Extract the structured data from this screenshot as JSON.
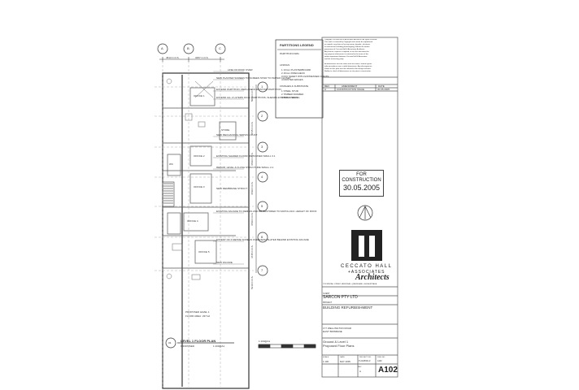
{
  "grid_top": [
    "A",
    "B",
    "C"
  ],
  "grid_dims": [
    "4513 C.O.S.",
    "3257 C.O.S."
  ],
  "grid_right": [
    "1",
    "2",
    "3",
    "4",
    "5",
    "6",
    "7"
  ],
  "right_dims": [
    "5004 C.O.S.",
    "4745 C.O.S.",
    "4799 C.O.S.",
    "4799 C.O.S.",
    "4799 C.O.S.",
    "4745 C.O.S.",
    "5310 C.O.S."
  ],
  "plan": {
    "notes": [
      "LINE OF ROOF OVER",
      "NEW PLASTER SCREEN TO SCREEN STAIR TO WATER CLOSET",
      "EXTEND PARTITION, REPLACE IN EXISTING PARTITION",
      "EXTEND ALL 2 LAYERS 10mm PARTITIONS, SHEARS EXISTING CEILING",
      "NEW MECHANICAL SERVICE DUCT",
      "EXISTING SHADED FLOOR, RETURNED SMALL 3.1",
      "REPAIR, LEVEL & FLUSH STRUCTURE SMALL 2-1",
      "NEW MEMBRANE STRUCT",
      "EXISTING FACADE TO REMAIN AND BE RESTORED TO MATCH ADJ. HEIGHT OF ROOF",
      "EXTENT OF 6 METRE SCREEN OVERHEAD SLATED BEHIND EXISTING FACADE",
      "NEW FACADE"
    ],
    "rooms": [
      "OFFICE 1",
      "OFFICE 2",
      "OFFICE 3",
      "OFFICE 4",
      "OFFICE 5",
      "STORE",
      "WC"
    ],
    "proposed_label": "PROPOSED LEVEL 1",
    "floor_area": "FLOOR AREA: 237m2"
  },
  "title": {
    "circle": "03",
    "text": "LEVEL 1 FLOOR PLAN",
    "sub": "PROPOSED",
    "scale": "1:100@A1"
  },
  "scale_bar": "1:100@A1",
  "legend": {
    "title": "PARTITIONS LEGEND",
    "part_dwg": "PARTITION DWG",
    "linings_title": "LININGS",
    "linings": [
      [
        "1",
        "13mm PLASTERBOARD"
      ],
      [
        "2",
        "16mm FIRECHECK"
      ],
      [
        "3",
        "FFC SHEET WITH EXPRESSED JOINTS"
      ],
      [
        "4",
        "PAINTED EDGES"
      ]
    ],
    "finishes_title": "FINISHES & SUBSTRATE",
    "finishes": [
      [
        "1",
        "STEEL STUD"
      ],
      [
        "2",
        "TIMBER FRAMED"
      ],
      [
        "3",
        "BRICK WALL"
      ]
    ]
  },
  "copyright": [
    "Copyright Ceccato Hall & Associates Architects. All rights reserved.",
    "This work is covered by Copyright and cannot be reproduced",
    "or copied in any form or by any means (graphic, electronic",
    "or mechanical including photocopying) without the written",
    "permission of Ceccato Hall & Associates Architects.",
    "Any license, express or implied, to use this document for",
    "any purpose whatsoever is restricted to the terms of the",
    "written agreement between Ceccato Hall & Associates",
    "and the instructing party."
  ],
  "disclaimer": [
    "All dimensions must be taken from the works, written figures",
    "take precedence over scaled dimensions. Any discrepancies",
    "shown on this plan must be referred to the design architect.",
    "Builder to check all dimensions on site prior to construction."
  ],
  "revision": {
    "header": [
      "REV",
      "AMENDMENT",
      "DATE"
    ],
    "rows": [
      [
        "A",
        "CONSTRUCTION ISSUE",
        "30.05.2005"
      ]
    ]
  },
  "stamp": {
    "line1": "FOR",
    "line2": "CONSTRUCTION",
    "date": "30.05.2005"
  },
  "firm": {
    "name": "CECCATO HALL",
    "associates": "+ASSOCIATES",
    "script": "Architects",
    "address": "7/23 WESTALL STREET, NEWSTEAD, QUEENSLAND, 4006 AUSTRALIA"
  },
  "client_label": "CLIENT",
  "client": "SARCON PTY LTD",
  "project_label": "PROJECT",
  "project": "BUILDING REFURBISHMENT",
  "address": [
    "177 WELLINGTON ROAD",
    "EAST BRISBANE"
  ],
  "drawing_title": [
    "Ground & Level 1",
    "Proposed Floor Plans"
  ],
  "meta_labels": [
    "SCALE",
    "DATE",
    "PROJECT NO.",
    "DWG NO.",
    "REV"
  ],
  "meta_values": [
    "1:100",
    "MAY 2005",
    "P-AA05001-Z",
    "A102",
    "A"
  ],
  "drawing_number": "A102"
}
